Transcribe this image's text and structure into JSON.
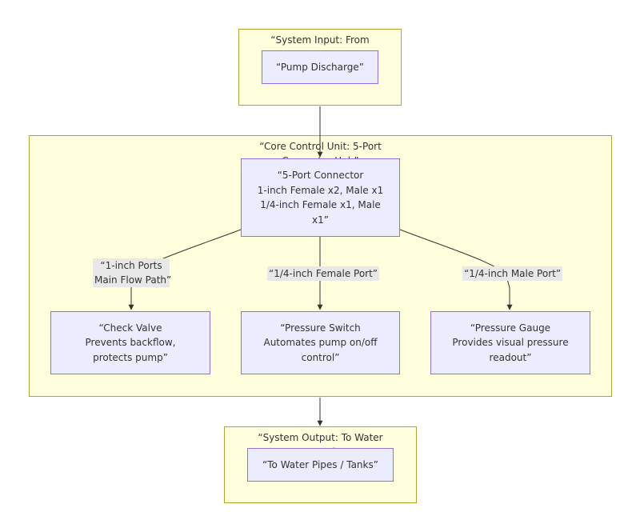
{
  "clusters": {
    "input": {
      "title": "“System Input: From Water Pump”"
    },
    "core": {
      "title": "“Core Control Unit: 5-Port Connector Hub”"
    },
    "output": {
      "title": "“System Output: To Water Network”"
    }
  },
  "nodes": {
    "pump_discharge": {
      "lines": [
        "“Pump Discharge”"
      ]
    },
    "connector": {
      "lines": [
        "“5-Port Connector",
        "1-inch Female x2, Male x1",
        "1/4-inch Female x1, Male",
        "x1”"
      ]
    },
    "check_valve": {
      "lines": [
        "“Check Valve",
        "Prevents backflow,",
        "protects pump”"
      ]
    },
    "pressure_switch": {
      "lines": [
        "“Pressure Switch",
        "Automates pump on/off",
        "control”"
      ]
    },
    "pressure_gauge": {
      "lines": [
        "“Pressure Gauge",
        "Provides visual pressure",
        "readout”"
      ]
    },
    "water_pipes": {
      "lines": [
        "“To Water Pipes / Tanks”"
      ]
    }
  },
  "edge_labels": {
    "one_inch": {
      "line1": "“1-inch Ports",
      "line2": "Main Flow Path”"
    },
    "quarter_female": "“1/4-inch Female Port”",
    "quarter_male": "“1/4-inch Male Port”"
  },
  "colors": {
    "cluster_fill": "#ffffde",
    "cluster_border": "#aaaa33",
    "node_fill": "#ececff",
    "node_border": "#9370db",
    "edge": "#333333",
    "label_bg": "#e8e8e8"
  }
}
